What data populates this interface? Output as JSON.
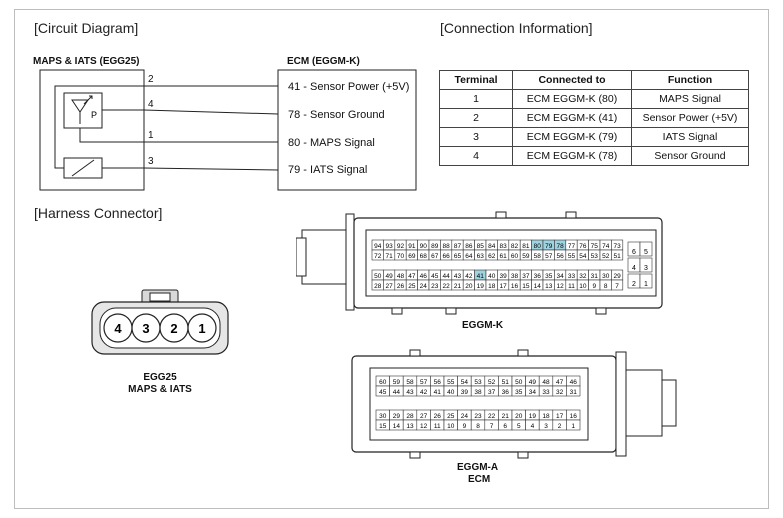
{
  "titles": {
    "circuit_diagram": "[Circuit Diagram]",
    "connection_info": "[Connection Information]",
    "harness_connector": "[Harness Connector]"
  },
  "circuit": {
    "sensor_name": "MAPS & IATS (EGG25)",
    "ecm_name": "ECM (EGGM-K)",
    "sensor_symbol_letter": "P",
    "wires": [
      {
        "sensor_pin": "2",
        "ecm_label": "41 - Sensor Power (+5V)"
      },
      {
        "sensor_pin": "4",
        "ecm_label": "78 - Sensor Ground"
      },
      {
        "sensor_pin": "1",
        "ecm_label": "80 - MAPS Signal"
      },
      {
        "sensor_pin": "3",
        "ecm_label": "79 - IATS Signal"
      }
    ]
  },
  "connection_table": {
    "headers": [
      "Terminal",
      "Connected to",
      "Function"
    ],
    "rows": [
      [
        "1",
        "ECM EGGM-K (80)",
        "MAPS Signal"
      ],
      [
        "2",
        "ECM EGGM-K (41)",
        "Sensor Power (+5V)"
      ],
      [
        "3",
        "ECM EGGM-K (79)",
        "IATS Signal"
      ],
      [
        "4",
        "ECM EGGM-K (78)",
        "Sensor Ground"
      ]
    ]
  },
  "egg25": {
    "pins": [
      "4",
      "3",
      "2",
      "1"
    ],
    "caption_line1": "EGG25",
    "caption_line2": "MAPS & IATS"
  },
  "eggm_k": {
    "caption": "EGGM-K",
    "highlight_color": "#9fd3e0",
    "highlighted_pins": [
      "41",
      "78",
      "79",
      "80"
    ],
    "rows": [
      [
        "94",
        "93",
        "92",
        "91",
        "90",
        "89",
        "88",
        "87",
        "86",
        "85",
        "84",
        "83",
        "82",
        "81",
        "80",
        "79",
        "78",
        "77",
        "76",
        "75",
        "74",
        "73"
      ],
      [
        "72",
        "71",
        "70",
        "69",
        "68",
        "67",
        "66",
        "65",
        "64",
        "63",
        "62",
        "61",
        "60",
        "59",
        "58",
        "57",
        "56",
        "55",
        "54",
        "53",
        "52",
        "51"
      ],
      [
        "50",
        "49",
        "48",
        "47",
        "46",
        "45",
        "44",
        "43",
        "42",
        "41",
        "40",
        "39",
        "38",
        "37",
        "36",
        "35",
        "34",
        "33",
        "32",
        "31",
        "30",
        "29"
      ],
      [
        "28",
        "27",
        "26",
        "25",
        "24",
        "23",
        "22",
        "21",
        "20",
        "19",
        "18",
        "17",
        "16",
        "15",
        "14",
        "13",
        "12",
        "11",
        "10",
        "9",
        "8",
        "7"
      ]
    ],
    "side_rows": [
      [
        "6",
        "5"
      ],
      [
        "4",
        "3"
      ],
      [
        "2",
        "1"
      ]
    ]
  },
  "eggm_a": {
    "caption_line1": "EGGM-A",
    "caption_line2": "ECM",
    "rows": [
      [
        "60",
        "59",
        "58",
        "57",
        "56",
        "55",
        "54",
        "53",
        "52",
        "51",
        "50",
        "49",
        "48",
        "47",
        "46"
      ],
      [
        "45",
        "44",
        "43",
        "42",
        "41",
        "40",
        "39",
        "38",
        "37",
        "36",
        "35",
        "34",
        "33",
        "32",
        "31"
      ],
      [
        "30",
        "29",
        "28",
        "27",
        "26",
        "25",
        "24",
        "23",
        "22",
        "21",
        "20",
        "19",
        "18",
        "17",
        "16"
      ],
      [
        "15",
        "14",
        "13",
        "12",
        "11",
        "10",
        "9",
        "8",
        "7",
        "6",
        "5",
        "4",
        "3",
        "2",
        "1"
      ]
    ]
  }
}
